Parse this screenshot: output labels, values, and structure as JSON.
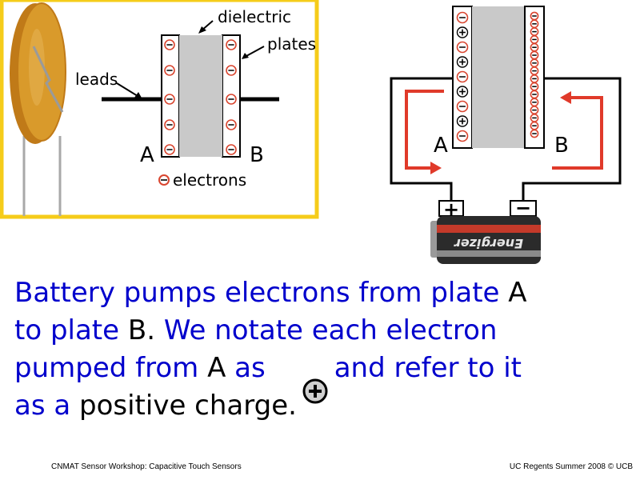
{
  "left_panel": {
    "labels": {
      "dielectric": "dielectric",
      "plates": "plates",
      "leads": "leads",
      "plate_a": "A",
      "plate_b": "B",
      "electrons": "electrons"
    },
    "colors": {
      "frame": "#f5cc1a",
      "disc": "#d99a2b",
      "disc_edge": "#c07a18",
      "dielectric": "#c9c9c9",
      "electron": "#d9452f"
    }
  },
  "right_panel": {
    "labels": {
      "plate_a": "A",
      "plate_b": "B",
      "battery_plus": "+",
      "battery_minus": "−",
      "battery_brand": "Energizer"
    },
    "icons": [
      "electron-icon",
      "positive-charge-icon",
      "arrow-icon",
      "battery-icon"
    ],
    "colors": {
      "arrow": "#e03a2a",
      "wire": "#000000",
      "battery": "#2b2b2b",
      "battery_band": "#c43a2a"
    }
  },
  "body": {
    "line1_prefix": "Battery pumps electrons from plate ",
    "line1_a": "A",
    "line2_prefix": "to plate ",
    "line2_b": "B.",
    "line2_rest": "  We notate each electron",
    "line3_left": "pumped from ",
    "line3_a": "A",
    "line3_as": " as",
    "line3_right": "and refer to it",
    "line4_as_a": "as a ",
    "line4_positive": "positive charge.",
    "colors": {
      "text": "#0000cc",
      "emphasis": "#000000"
    }
  },
  "footer": {
    "left": "CNMAT Sensor Workshop: Capacitive Touch Sensors",
    "right": "UC Regents Summer 2008 © UCB"
  }
}
